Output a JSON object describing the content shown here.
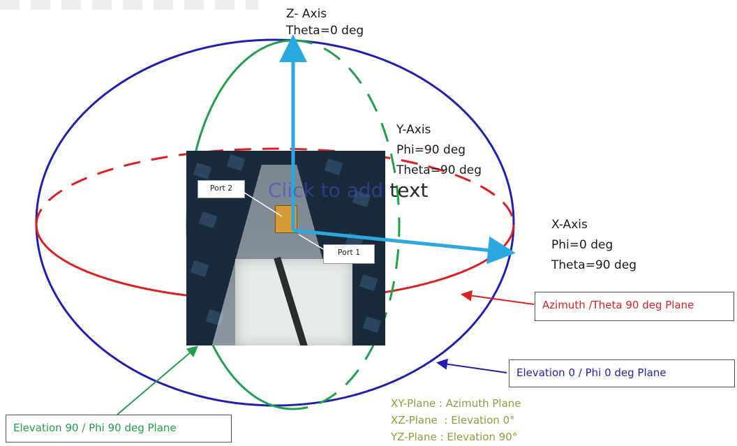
{
  "labels": {
    "z_axis": [
      "Z- Axis",
      "Theta=0 deg"
    ],
    "y_axis": [
      "Y-Axis",
      "Phi=90 deg",
      "Theta=90 deg"
    ],
    "x_axis": [
      "X-Axis",
      "Phi=0 deg",
      "Theta=90 deg"
    ],
    "overlay_text": {
      "faint": "Click to add ",
      "main": "text"
    }
  },
  "photo": {
    "port2": "Port 2",
    "port1": "Port 1"
  },
  "boxes": {
    "azimuth": "Azimuth /Theta 90 deg Plane",
    "elevation0": "Elevation 0 / Phi 0 deg Plane",
    "elevation90": "Elevation 90 / Phi 90 deg Plane"
  },
  "legend": [
    "XY-Plane : Azimuth Plane",
    "XZ-Plane  : Elevation 0°",
    "YZ-Plane : Elevation 90°"
  ],
  "colors": {
    "sphere": "#1f1fb8",
    "azimuth": "#e21d1d",
    "elevation90": "#1fa04a",
    "axis_arrow": "#2aa8e0",
    "legend": "#8aa03a"
  }
}
